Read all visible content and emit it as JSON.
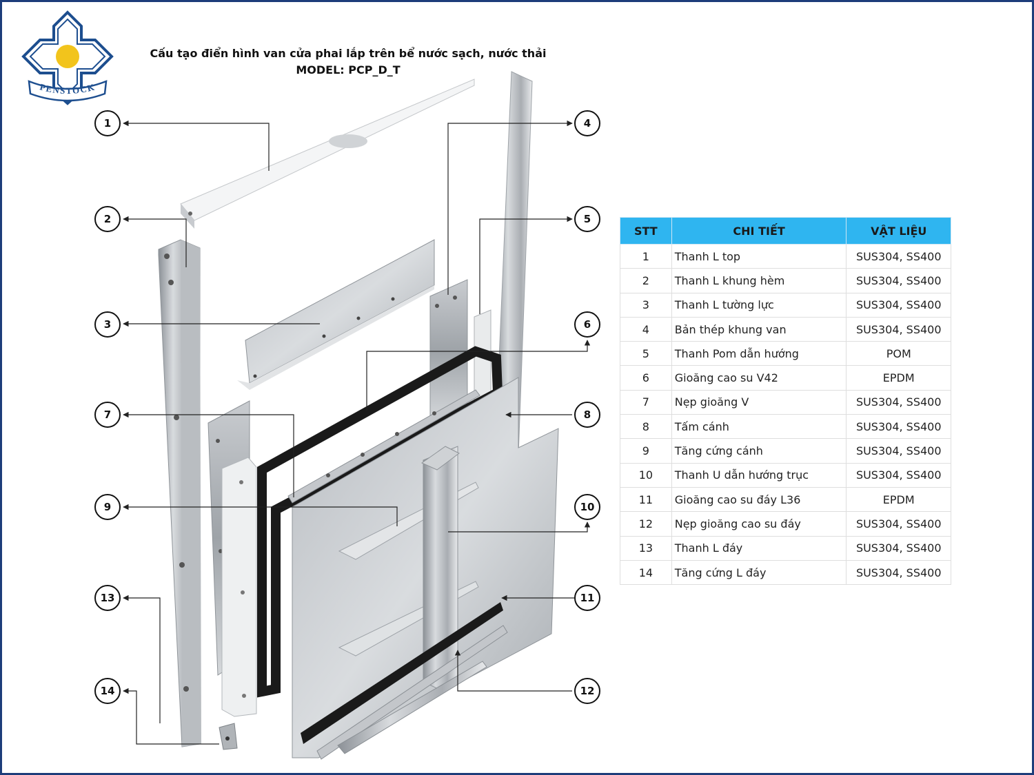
{
  "title": {
    "line1": "Cấu tạo điển hình van cửa phai lắp trên bể nước sạch, nước thải",
    "line2": "MODEL: PCP_D_T"
  },
  "logo": {
    "text": "PENSTOCK"
  },
  "colors": {
    "border": "#1d3d7a",
    "table_header": "#2fb5f0",
    "logo_blue": "#1d4e8f",
    "logo_sun": "#f2c41c"
  },
  "callouts": [
    "1",
    "2",
    "3",
    "4",
    "5",
    "6",
    "7",
    "8",
    "9",
    "10",
    "11",
    "12",
    "13",
    "14"
  ],
  "table": {
    "headers": {
      "stt": "STT",
      "detail": "CHI TIẾT",
      "material": "VẬT LIỆU"
    },
    "rows": [
      {
        "stt": "1",
        "detail": "Thanh L top",
        "material": "SUS304, SS400"
      },
      {
        "stt": "2",
        "detail": "Thanh L khung hèm",
        "material": "SUS304, SS400"
      },
      {
        "stt": "3",
        "detail": "Thanh L tường lực",
        "material": "SUS304, SS400"
      },
      {
        "stt": "4",
        "detail": "Bản thép khung van",
        "material": "SUS304, SS400"
      },
      {
        "stt": "5",
        "detail": "Thanh Pom dẫn hướng",
        "material": "POM"
      },
      {
        "stt": "6",
        "detail": "Gioăng cao su V42",
        "material": "EPDM"
      },
      {
        "stt": "7",
        "detail": "Nẹp gioăng V",
        "material": "SUS304, SS400"
      },
      {
        "stt": "8",
        "detail": "Tấm cánh",
        "material": "SUS304, SS400"
      },
      {
        "stt": "9",
        "detail": "Tăng cứng cánh",
        "material": "SUS304, SS400"
      },
      {
        "stt": "10",
        "detail": "Thanh U dẫn hướng trục",
        "material": "SUS304, SS400"
      },
      {
        "stt": "11",
        "detail": "Gioăng cao su đáy L36",
        "material": "EPDM"
      },
      {
        "stt": "12",
        "detail": "Nẹp gioăng cao su đáy",
        "material": "SUS304, SS400"
      },
      {
        "stt": "13",
        "detail": "Thanh L đáy",
        "material": "SUS304, SS400"
      },
      {
        "stt": "14",
        "detail": "Tăng cứng L đáy",
        "material": "SUS304, SS400"
      }
    ]
  }
}
